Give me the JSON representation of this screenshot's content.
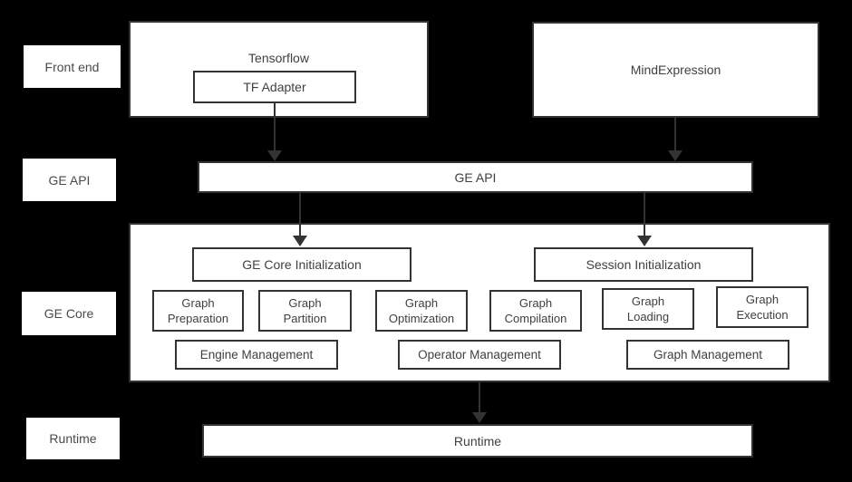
{
  "colors": {
    "background": "#000000",
    "box_fill": "#ffffff",
    "box_border": "#333333",
    "text": "#404040",
    "arrow": "#333333"
  },
  "row_labels": [
    {
      "label": "Front end"
    },
    {
      "label": "GE API"
    },
    {
      "label": "GE Core"
    },
    {
      "label": "Runtime"
    }
  ],
  "frontend": {
    "tensorflow": {
      "title": "Tensorflow",
      "adapter": "TF Adapter"
    },
    "mindexpression": {
      "title": "MindExpression"
    }
  },
  "ge_api_bar": {
    "label": "GE API"
  },
  "ge_core": {
    "init_boxes": [
      {
        "label": "GE Core Initialization"
      },
      {
        "label": "Session Initialization"
      }
    ],
    "modules": [
      {
        "line1": "Graph",
        "line2": "Preparation"
      },
      {
        "line1": "Graph",
        "line2": "Partition"
      },
      {
        "line1": "Graph",
        "line2": "Optimization"
      },
      {
        "line1": "Graph",
        "line2": "Compilation"
      },
      {
        "line1": "Graph",
        "line2": "Loading"
      },
      {
        "line1": "Graph",
        "line2": "Execution"
      }
    ],
    "management": [
      {
        "label": "Engine Management"
      },
      {
        "label": "Operator Management"
      },
      {
        "label": "Graph Management"
      }
    ]
  },
  "runtime_bar": {
    "label": "Runtime"
  }
}
